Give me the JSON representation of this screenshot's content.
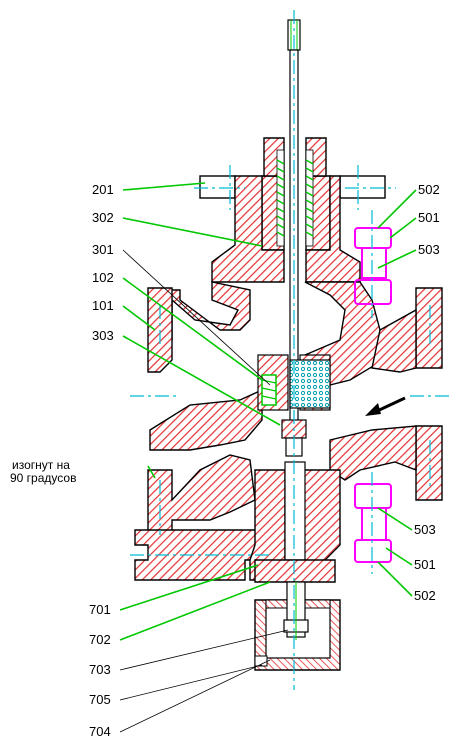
{
  "note": {
    "line1": "изогнут на",
    "line2": "90 градусов"
  },
  "labels": {
    "l201": "201",
    "l302": "302",
    "l301": "301",
    "l102": "102",
    "l101": "101",
    "l303": "303",
    "l502a": "502",
    "l501a": "501",
    "l503a": "503",
    "l503b": "503",
    "l501b": "501",
    "l502b": "502",
    "l701": "701",
    "l702": "702",
    "l703": "703",
    "l705": "705",
    "l704": "704"
  },
  "colors": {
    "hatch": "#e53030",
    "leader": "#00c800",
    "center": "#00bcd4",
    "bolt": "#ff00ff",
    "outline": "#000000"
  }
}
